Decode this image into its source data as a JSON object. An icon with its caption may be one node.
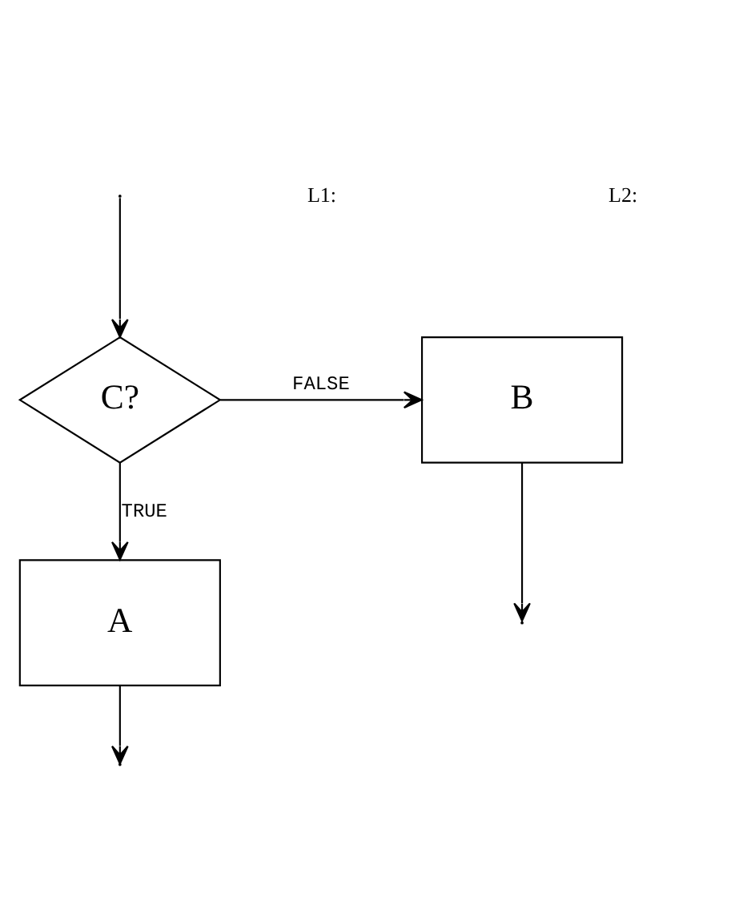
{
  "diagram": {
    "nodes": [
      {
        "text": [
          "C?"
        ]
      },
      {
        "text": [
          "B"
        ]
      },
      {
        "text": [
          "A"
        ]
      }
    ],
    "edges": [
      {
        "from": null,
        "to": 0,
        "arrow": "to"
      },
      {
        "from": 0,
        "to": 1,
        "arrow": "to",
        "label": "FALSE"
      },
      {
        "from": 0,
        "to": 2,
        "arrow": "to",
        "label": "TRUE"
      },
      {
        "from": 1,
        "to": null,
        "arrow": "to"
      },
      {
        "from": 2,
        "to": null,
        "arrow": "to"
      }
    ],
    "labels": [
      "L1:",
      "L2:"
    ]
  }
}
